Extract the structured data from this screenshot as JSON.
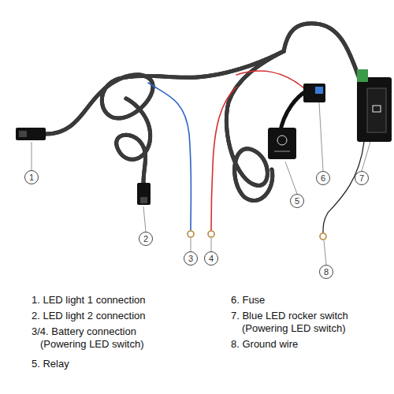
{
  "diagram": {
    "nodes": [
      {
        "text": [
          "1"
        ]
      },
      {
        "text": [
          "2"
        ]
      },
      {
        "text": [
          "3"
        ]
      },
      {
        "text": [
          "4"
        ]
      },
      {
        "text": [
          "5"
        ]
      },
      {
        "text": [
          "6"
        ]
      },
      {
        "text": [
          "7"
        ]
      },
      {
        "text": [
          "8"
        ]
      }
    ],
    "labels": [
      "1. LED light 1 connection",
      "2. LED light 2 connection",
      "3/4. Battery connection (Powering LED switch)",
      "5. Relay",
      "6. Fuse",
      "7. Blue LED rocker switch (Powering LED switch)",
      "8. Ground wire"
    ]
  }
}
